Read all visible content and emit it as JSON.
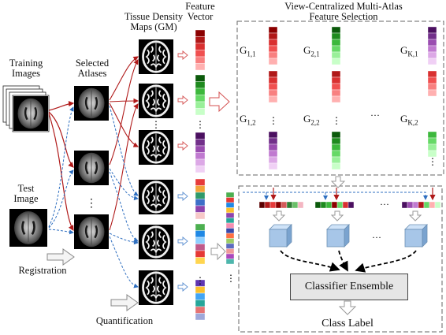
{
  "labels": {
    "training_images": "Training\nImages",
    "selected_atlases": "Selected\nAtlases",
    "tissue_density": "Tissue Density\nMaps (GM)",
    "feature_vector": "Feature\nVector",
    "view_centralized": "View-Centralized Multi-Atlas\nFeature Selection",
    "test_image": "Test\nImage",
    "registration": "Registration",
    "quantification": "Quantification",
    "classifier_ensemble": "Classifier Ensemble",
    "class_label": "Class Label"
  },
  "groups": [
    {
      "base": "G",
      "sub": "1,1"
    },
    {
      "base": "G",
      "sub": "2,1"
    },
    {
      "base": "G",
      "sub": "K,1",
      "sub_italic_k": true
    },
    {
      "base": "G",
      "sub": "1,2"
    },
    {
      "base": "G",
      "sub": "2,2"
    },
    {
      "base": "G",
      "sub": "K,2",
      "sub_italic_k": true
    }
  ],
  "ellipsis": "...",
  "vertical_ellipsis": "⋮",
  "colors": {
    "red_family": [
      "#8b0000",
      "#b01818",
      "#d93030",
      "#f05050",
      "#f88080",
      "#ffb0b0"
    ],
    "green_family": [
      "#0b5a0b",
      "#1e8a1e",
      "#3cb83c",
      "#66d966",
      "#99f099",
      "#c8ffc8"
    ],
    "purple_family": [
      "#4b1060",
      "#72308a",
      "#9a4db0",
      "#c07ad0",
      "#dca8e6",
      "#f0d0f5"
    ],
    "arrow_red": "#b01a1a",
    "arrow_blue": "#2f6fc0",
    "box_fill": "#e6e6e6"
  }
}
